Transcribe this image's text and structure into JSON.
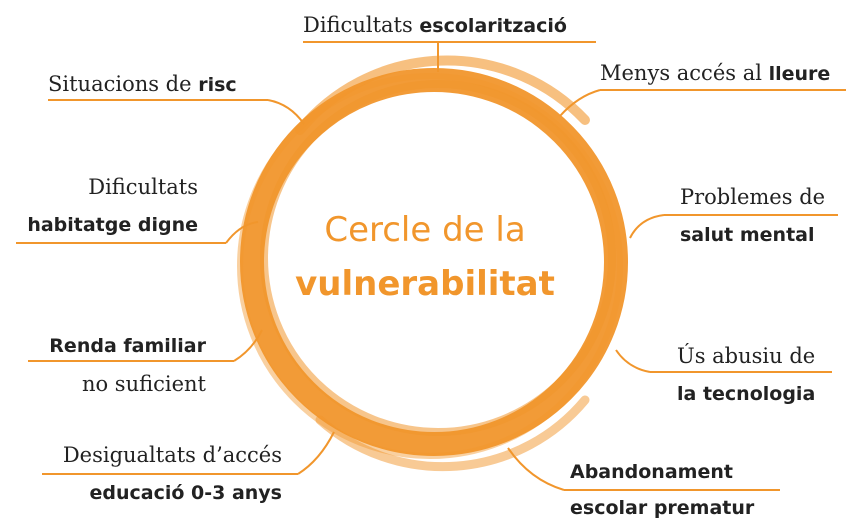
{
  "center": {
    "line1": "Cercle de la",
    "line2": "vulnerabilitat"
  },
  "labels": {
    "top": {
      "regular": "Dificultats ",
      "bold": "escolarització"
    },
    "top_left": {
      "regular": "Situacions de ",
      "bold": "risc"
    },
    "top_right": {
      "regular": "Menys accés al ",
      "bold": "lleure"
    },
    "left_upper": {
      "line1": "Dificultats",
      "line2_bold": "habitatge digne"
    },
    "right_upper": {
      "line1": "Problemes de",
      "line2_bold": "salut mental"
    },
    "left_lower": {
      "line1_bold": "Renda familiar",
      "line2": "no suficient"
    },
    "right_lower": {
      "line1": "Ús abusiu de",
      "line2_bold": "la tecnologia"
    },
    "bottom_left": {
      "line1": "Desigualtats d’accés",
      "line2_bold": "educació 0-3 anys"
    },
    "bottom_right": {
      "line1_bold": "Abandonament",
      "line2_bold": "escolar prematur"
    }
  },
  "colors": {
    "accent": "#f1962c",
    "text": "#222222"
  }
}
